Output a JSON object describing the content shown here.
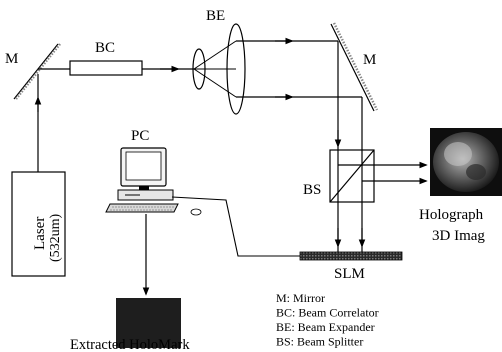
{
  "labels": {
    "mirror_left": "M",
    "mirror_right": "M",
    "beam_correlator": "BC",
    "beam_expander": "BE",
    "pc": "PC",
    "beam_splitter": "BS",
    "slm": "SLM",
    "laser": "Laser",
    "laser_wavelength": "(532um)",
    "hologram_line1": "Holograph",
    "hologram_line2": "3D Imag",
    "extracted": "Extracted HoloMark"
  },
  "legend": [
    "M: Mirror",
    "BC: Beam Correlator",
    "BE: Beam Expander",
    "BS: Beam Splitter"
  ],
  "colors": {
    "line": "#000000",
    "background": "#ffffff",
    "extracted_fill": "#1e1e1e",
    "slm_fill": "#3a3a3a",
    "hologram_dark": "#0e0e0e",
    "hologram_light": "#9a9a9a"
  }
}
